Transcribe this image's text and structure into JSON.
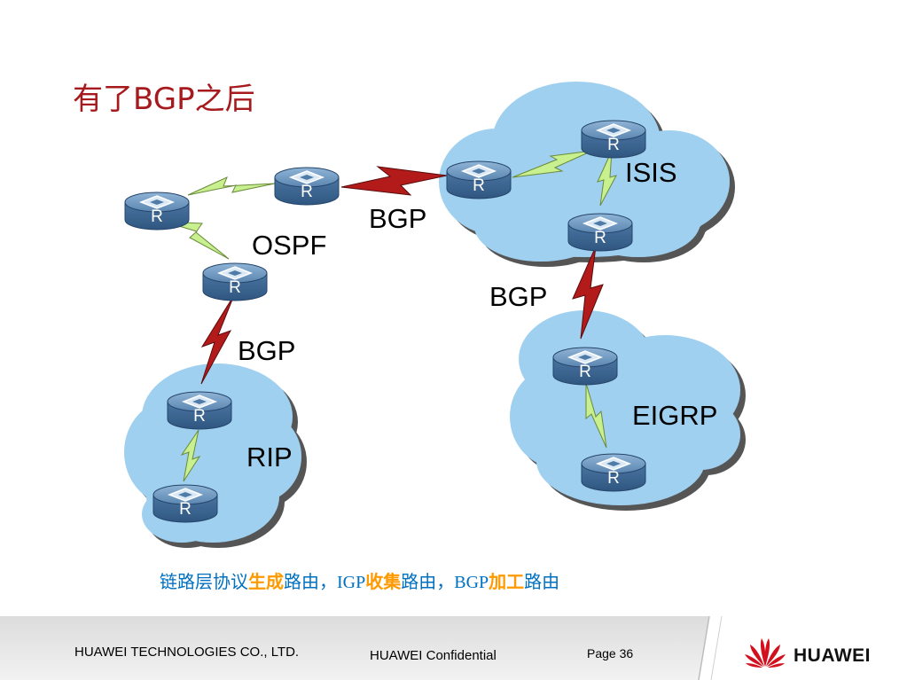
{
  "title": "有了BGP之后",
  "protocol_labels": {
    "ospf": "OSPF",
    "isis": "ISIS",
    "rip": "RIP",
    "eigrp": "EIGRP",
    "bgp_top": "BGP",
    "bgp_left": "BGP",
    "bgp_right": "BGP"
  },
  "router_label": "R",
  "caption": {
    "p1": "链路层协议",
    "p1_hl": "生成",
    "p2": "路由，",
    "p3": "IGP",
    "p3_hl": "收集",
    "p4": "路由，",
    "p5": "BGP",
    "p5_hl": "加工",
    "p6": "路由"
  },
  "footer": {
    "company": "HUAWEI TECHNOLOGIES CO., LTD.",
    "confidential": "HUAWEI Confidential",
    "page": "Page 36",
    "brand": "HUAWEI"
  },
  "colors": {
    "title": "#a6191c",
    "cloud": "#9fd0ef",
    "router": "#4f7ba6",
    "igp_link": "#c9f08f",
    "bgp_link": "#b31b1b",
    "caption_text": "#0070c0",
    "caption_highlight": "#ff9900"
  }
}
